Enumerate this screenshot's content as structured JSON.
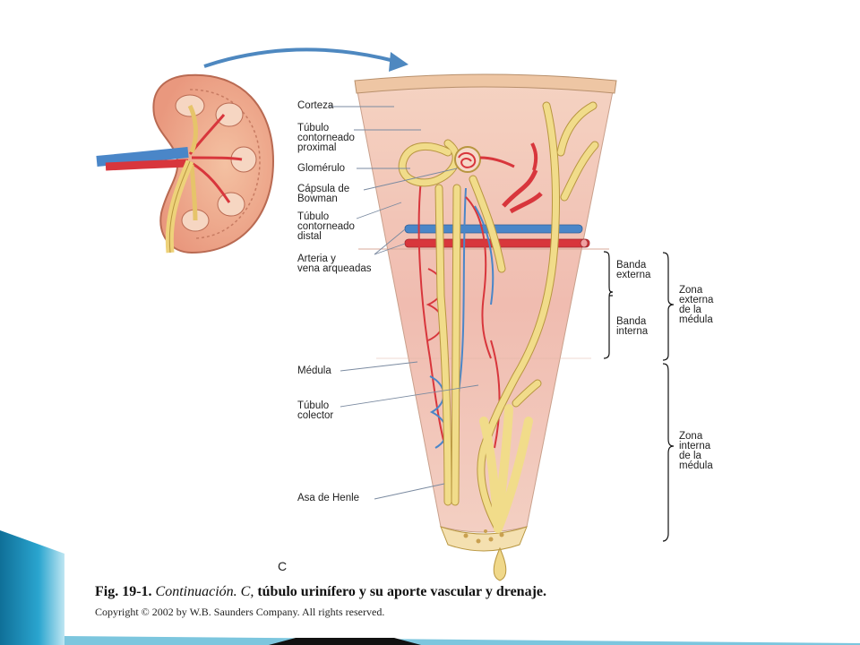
{
  "labels": {
    "corteza": "Corteza",
    "tubulo_proximal": "Túbulo\ncontorneado\nproximal",
    "glomerulo": "Glomérulo",
    "capsula_bowman": "Cápsula de\nBowman",
    "tubulo_distal": "Túbulo\ncontorneado\ndistal",
    "arteria_vena": "Arteria y\nvena arqueadas",
    "medula": "Médula",
    "tubulo_colector": "Túbulo\ncolector",
    "asa_henle": "Asa de Henle",
    "banda_externa": "Banda\nexterna",
    "banda_interna": "Banda\ninterna",
    "zona_externa": "Zona\nexterna\nde la\nmédula",
    "zona_interna": "Zona\ninterna\nde la\nmédula"
  },
  "figure_letter": "C",
  "caption": {
    "number": "Fig. 19-1.",
    "italic": "Continuación. C,",
    "text": "túbulo urinífero y su aporte vascular y drenaje."
  },
  "copyright": "Copyright © 2002 by W.B. Saunders Company. All rights reserved.",
  "colors": {
    "tissue": "#f2c3b4",
    "cortex_band": "#eec6a4",
    "artery": "#d8363c",
    "vein": "#4a86c8",
    "tubule": "#f1dc8a",
    "tubule_outline": "#b89640",
    "slide_accent": "#1a8bb8"
  }
}
